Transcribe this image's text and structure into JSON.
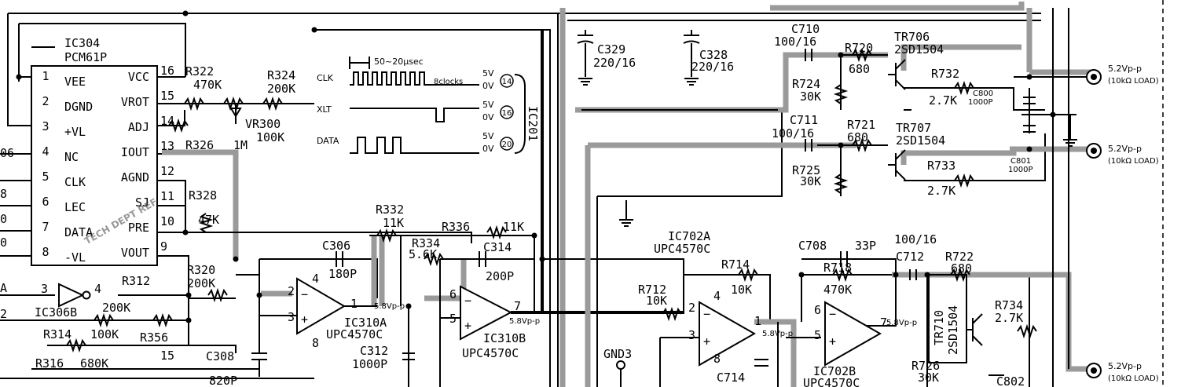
{
  "ic304": {
    "ref": "IC304",
    "part": "PCM61P"
  },
  "ic304_pins_left": [
    {
      "num": "1",
      "name": "VEE"
    },
    {
      "num": "2",
      "name": "DGND"
    },
    {
      "num": "3",
      "name": "+VL"
    },
    {
      "num": "4",
      "name": "NC"
    },
    {
      "num": "5",
      "name": "CLK"
    },
    {
      "num": "6",
      "name": "LEC"
    },
    {
      "num": "7",
      "name": "DATA"
    },
    {
      "num": "8",
      "name": "-VL"
    }
  ],
  "ic304_pins_right": [
    {
      "num": "16",
      "name": "VCC"
    },
    {
      "num": "15",
      "name": "VROT"
    },
    {
      "num": "14",
      "name": "ADJ"
    },
    {
      "num": "13",
      "name": "IOUT"
    },
    {
      "num": "12",
      "name": "AGND"
    },
    {
      "num": "11",
      "name": "SJ"
    },
    {
      "num": "10",
      "name": "PRE"
    },
    {
      "num": "9",
      "name": "VOUT"
    }
  ],
  "stamp_text": "TECH DEPT REF",
  "edge_numbers": [
    "06",
    "8",
    "0",
    "0",
    "A",
    "2"
  ],
  "resistors": {
    "r322": [
      "R322",
      "470K"
    ],
    "r324": [
      "R324",
      "200K"
    ],
    "vr300": [
      "VR300",
      "100K"
    ],
    "r326": "R326",
    "r326_val": "1M",
    "r328": [
      "R328",
      "47K"
    ],
    "r320": [
      "R320",
      "200K"
    ],
    "r312": [
      "R312",
      "200K"
    ],
    "r314": "R314",
    "r314_val": "100K",
    "r356": "R356",
    "r316": "R316",
    "r316_val": "680K",
    "r332": [
      "R332",
      "11K"
    ],
    "r334": [
      "R334",
      "5.6K"
    ],
    "r336": "R336",
    "r336_val": "11K",
    "r712": [
      "R712",
      "10K"
    ],
    "r714": [
      "R714",
      "10K"
    ],
    "r718": [
      "R718",
      "470K"
    ],
    "r720": [
      "R720",
      "680"
    ],
    "r721": [
      "R721",
      "680"
    ],
    "r724": [
      "R724",
      "30K"
    ],
    "r725": [
      "R725",
      "30K"
    ],
    "r732": [
      "R732",
      "2.7K"
    ],
    "r733": [
      "R733",
      "2.7K"
    ],
    "r722": [
      "R722",
      "680"
    ],
    "r734": [
      "R734",
      "2.7K"
    ],
    "r726": [
      "R726",
      "30K"
    ]
  },
  "capacitors": {
    "c306": [
      "C306",
      "180P"
    ],
    "c308": [
      "C308",
      "820P"
    ],
    "c312": [
      "C312",
      "1000P"
    ],
    "c314": [
      "C314",
      "200P"
    ],
    "c329": [
      "C329",
      "220/16"
    ],
    "c328": [
      "C328",
      "220/16"
    ],
    "c710": [
      "C710",
      "100/16"
    ],
    "c711": [
      "C711",
      "100/16"
    ],
    "c708": "C708",
    "c708_val": "33P",
    "c712": "C712",
    "c712_val": "100/16",
    "c800": [
      "C800",
      "1000P"
    ],
    "c801": [
      "C801",
      "1000P"
    ],
    "c714": "C714",
    "c802": "C802"
  },
  "transistors": {
    "tr706": [
      "TR706",
      "2SD1504"
    ],
    "tr707": [
      "TR707",
      "2SD1504"
    ],
    "tr710": [
      "TR710",
      "2SD1504"
    ]
  },
  "ics": {
    "ic306b": "IC306B",
    "ic310a": [
      "IC310A",
      "UPC4570C"
    ],
    "ic310b": [
      "IC310B",
      "UPC4570C"
    ],
    "ic702a": [
      "IC702A",
      "UPC4570C"
    ],
    "ic702b": [
      "IC702B",
      "UPC4570C"
    ],
    "ic201": "IC201"
  },
  "opamp_pins": {
    "ic306b_in": "3",
    "ic306b_out": "4",
    "ic310a": [
      "2",
      "3",
      "4",
      "1",
      "8"
    ],
    "ic310b": [
      "6",
      "5",
      "7"
    ],
    "ic702a": [
      "2",
      "3",
      "4",
      "1",
      "8"
    ],
    "ic702b": [
      "6",
      "5",
      "7"
    ],
    "ic304_15": "15"
  },
  "voltages": {
    "v58": "5.8Vp-p"
  },
  "timing": {
    "period": "50~20μsec",
    "signals": [
      {
        "name": "CLK",
        "note": "8clocks",
        "high": "5V",
        "low": "0V",
        "pin": "14"
      },
      {
        "name": "XLT",
        "note": "",
        "high": "5V",
        "low": "0V",
        "pin": "16"
      },
      {
        "name": "DATA",
        "note": "",
        "high": "5V",
        "low": "0V",
        "pin": "20"
      }
    ]
  },
  "gnd3": "GND3",
  "outputs": [
    {
      "level": "5.2Vp-p",
      "load": "(10kΩ LOAD)"
    },
    {
      "level": "5.2Vp-p",
      "load": "(10kΩ LOAD)"
    },
    {
      "level": "5.2Vp-p",
      "load": "(10kΩ LOAD)"
    }
  ]
}
